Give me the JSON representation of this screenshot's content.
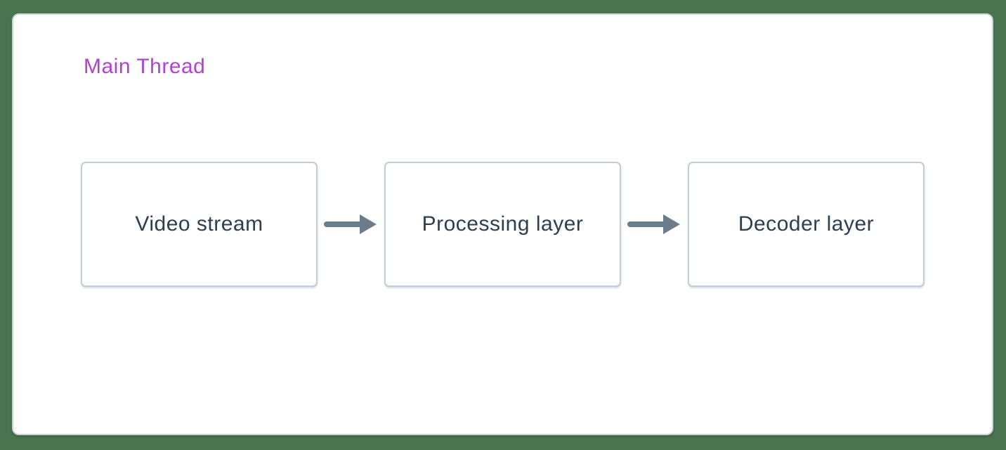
{
  "diagram": {
    "title": "Main Thread",
    "nodes": [
      {
        "label": "Video stream"
      },
      {
        "label": "Processing layer"
      },
      {
        "label": "Decoder layer"
      }
    ],
    "connectors": [
      {
        "icon": "arrow-right-icon",
        "from": "Video stream",
        "to": "Processing layer"
      },
      {
        "icon": "arrow-right-icon",
        "from": "Processing layer",
        "to": "Decoder layer"
      }
    ],
    "colors": {
      "page_background": "#4a7350",
      "card_background": "#ffffff",
      "card_border": "#c9d3db",
      "title_text": "#b43fd4",
      "node_border": "#c2cdd6",
      "node_text": "#2f3e4c",
      "arrow": "#6b7b8a"
    }
  }
}
